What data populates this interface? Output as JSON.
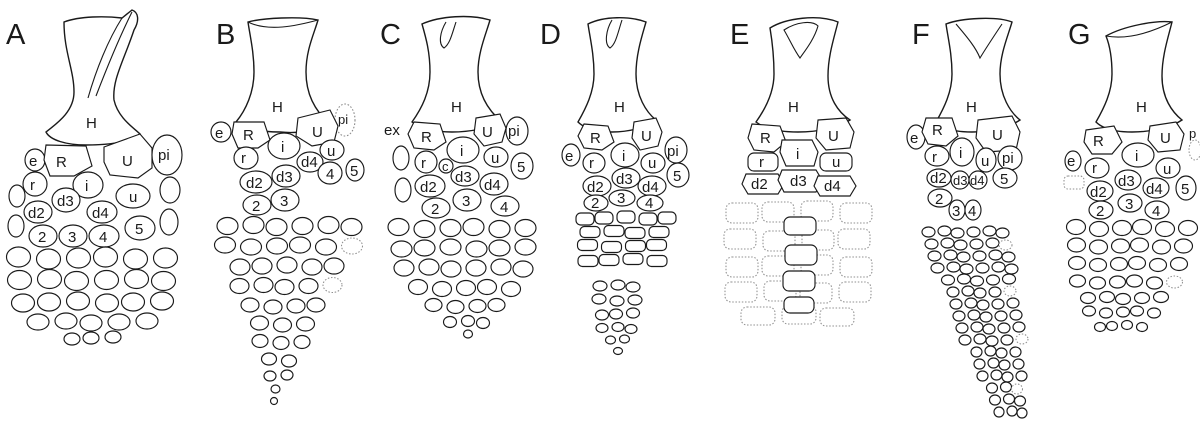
{
  "figure": {
    "panels": [
      {
        "letter": "A",
        "labels": [
          "H",
          "e",
          "R",
          "U",
          "pi",
          "r",
          "i",
          "d3",
          "u",
          "d2",
          "d4",
          "2",
          "3",
          "4",
          "5"
        ]
      },
      {
        "letter": "B",
        "labels": [
          "H",
          "pi",
          "e",
          "R",
          "U",
          "r",
          "i",
          "u",
          "d4",
          "d3",
          "4",
          "5",
          "d2",
          "2",
          "3"
        ]
      },
      {
        "letter": "C",
        "labels": [
          "H",
          "ex",
          "R",
          "U",
          "pi",
          "r",
          "i",
          "u",
          "c",
          "d3",
          "5",
          "d2",
          "d4",
          "2",
          "3",
          "4"
        ]
      },
      {
        "letter": "D",
        "labels": [
          "H",
          "R",
          "U",
          "e",
          "r",
          "i",
          "pi",
          "u",
          "d3",
          "5",
          "d2",
          "d4",
          "2",
          "3",
          "4"
        ]
      },
      {
        "letter": "E",
        "labels": [
          "H",
          "R",
          "U",
          "r",
          "i",
          "u",
          "d2",
          "d3",
          "d4"
        ]
      },
      {
        "letter": "F",
        "labels": [
          "H",
          "e",
          "R",
          "U",
          "r",
          "i",
          "u",
          "pi",
          "d2",
          "d3",
          "d4",
          "5",
          "2",
          "3",
          "4"
        ]
      },
      {
        "letter": "G",
        "labels": [
          "H",
          "R",
          "U",
          "p",
          "e",
          "r",
          "i",
          "u",
          "d2",
          "d3",
          "d4",
          "5",
          "2",
          "3",
          "4"
        ]
      }
    ]
  },
  "colors": {
    "line": "#1a1a1a",
    "dotted": "#8f8f8f",
    "background": "#ffffff"
  }
}
